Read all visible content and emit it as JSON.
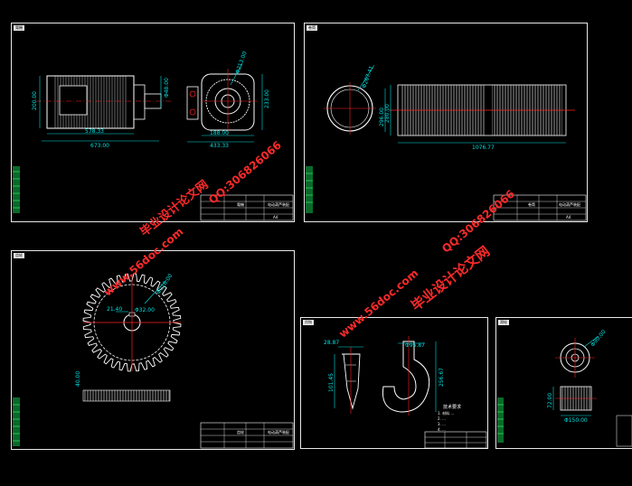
{
  "sheets": {
    "motor": {
      "tag": "電機",
      "title_block": {
        "part": "電機",
        "drawing": "电动葫芦装配",
        "scale": "A4"
      }
    },
    "drum": {
      "tag": "卷筒",
      "title_block": {
        "part": "卷筒",
        "drawing": "电动葫芦装配",
        "scale": "A4"
      }
    },
    "gear": {
      "tag": "齿轮",
      "title_block": {
        "part": "齿轮",
        "drawing": "电动葫芦装配"
      }
    },
    "hook": {
      "tag": "吊钩",
      "notes_title": "技术要求",
      "notes": [
        "1. 材料 ...",
        "2. ...",
        "3. ...",
        "4. ..."
      ]
    },
    "wheel": {
      "tag": "滑轮"
    }
  },
  "dimensions": {
    "motor": {
      "len1": "578.33",
      "len2": "673.00",
      "side_h": "200.00",
      "shaft": "Φ48.00",
      "d1": "188.00",
      "d2": "433.33",
      "flange": "Φ213.00",
      "h2": "233.00"
    },
    "drum": {
      "dia": "Φ267.41",
      "len": "1076.77",
      "h": "280.00",
      "h2": "296.00"
    },
    "gear": {
      "od": "Φ216.00",
      "bore": "Φ32.00",
      "key": "21.40",
      "w": "40.00"
    },
    "hook": {
      "w1": "28.87",
      "w2": "Φ95.87",
      "h1": "101.45",
      "h2": "256.67"
    },
    "wheel": {
      "od": "Φ90.00",
      "h": "72.00",
      "w": "Φ150.00"
    }
  },
  "watermarks": {
    "brand": "毕业设计论文网",
    "site": "www.56doc.com",
    "qq": "QQ:306826066"
  },
  "colors": {
    "outline": "#e8e8e8",
    "dimension": "#00e0e0",
    "center": "#ff2020",
    "watermark": "#ff2a2a",
    "part": "#ffffff"
  }
}
